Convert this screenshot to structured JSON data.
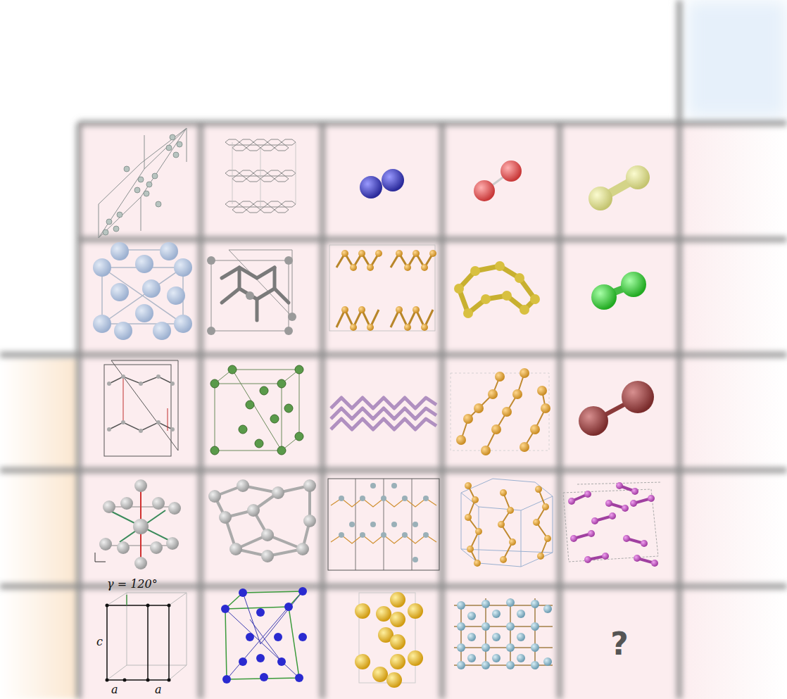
{
  "diagram": {
    "nodes": [
      {
        "text": [
          "?"
        ]
      }
    ],
    "labels": [
      "γ = 120°",
      "c",
      "a",
      "a"
    ]
  }
}
